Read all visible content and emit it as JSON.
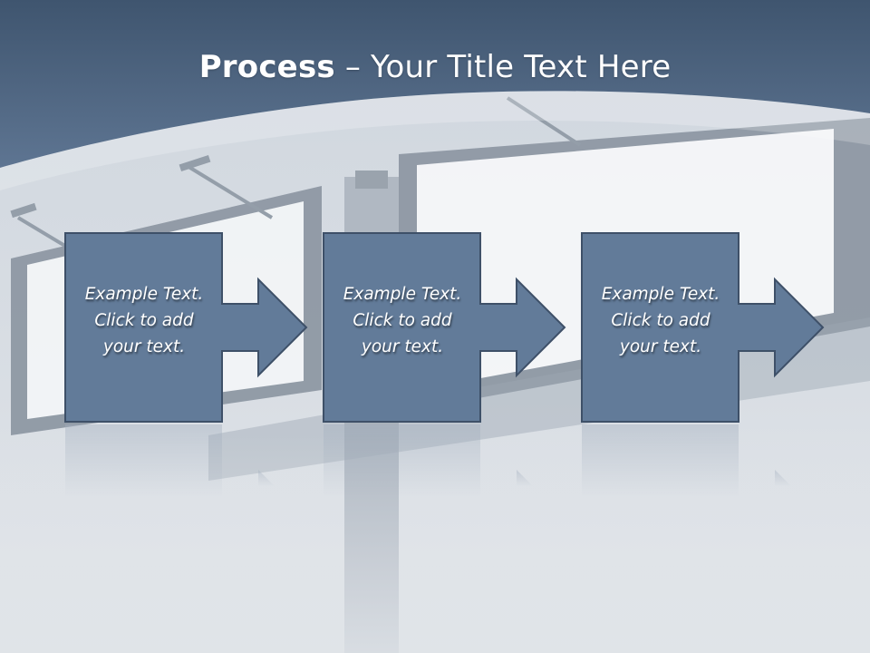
{
  "title": {
    "bold": "Process",
    "rest": " – Your Title Text Here"
  },
  "steps": [
    {
      "lines": [
        "Example Text.",
        "Click  to add",
        "your text."
      ]
    },
    {
      "lines": [
        "Example Text.",
        "Click  to add",
        "your text."
      ]
    },
    {
      "lines": [
        "Example Text.",
        "Click  to add",
        "your text."
      ]
    }
  ],
  "colors": {
    "header": "#4e6684",
    "box_fill": "#627b99",
    "box_stroke": "#3e5068",
    "text": "#ffffff"
  }
}
